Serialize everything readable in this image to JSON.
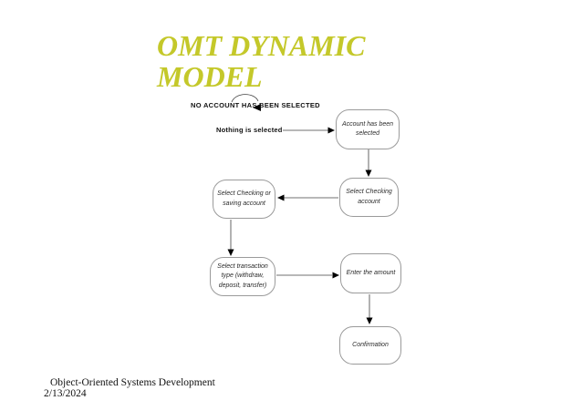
{
  "slide": {
    "title": "OMT DYNAMIC MODEL",
    "footer": {
      "line1": "Object-Oriented Systems Development",
      "line2": "2/13/2024"
    }
  },
  "diagram": {
    "type": "state-diagram",
    "start_label": "NO ACCOUNT HAS BEEN SELECTED",
    "states": [
      {
        "id": "account-has-been-selected",
        "label": "Account has been selected"
      },
      {
        "id": "select-checking-or-saving-account",
        "label": "Select Checking or saving account"
      },
      {
        "id": "select-checking-account",
        "label": "Select Checking account"
      },
      {
        "id": "select-transaction-type",
        "label": "Select transaction type (withdraw, deposit, transfer)"
      },
      {
        "id": "enter-the-amount",
        "label": "Enter the amount"
      },
      {
        "id": "confirmation",
        "label": "Confirmation"
      }
    ],
    "edges": [
      {
        "label": "Nothing is selected",
        "from": "NO ACCOUNT HAS BEEN SELECTED",
        "to": "Account has been selected"
      },
      {
        "label": "",
        "from": "NO ACCOUNT HAS BEEN SELECTED",
        "to": "NO ACCOUNT HAS BEEN SELECTED"
      },
      {
        "label": "",
        "from": "Account has been selected",
        "to": "Select Checking account"
      },
      {
        "label": "",
        "from": "Select Checking account",
        "to": "Select Checking or saving account"
      },
      {
        "label": "",
        "from": "Select Checking or saving account",
        "to": "Select transaction type (withdraw, deposit, transfer)"
      },
      {
        "label": "",
        "from": "Select transaction type (withdraw, deposit, transfer)",
        "to": "Enter the amount"
      },
      {
        "label": "",
        "from": "Enter the amount",
        "to": "Confirmation"
      }
    ]
  }
}
